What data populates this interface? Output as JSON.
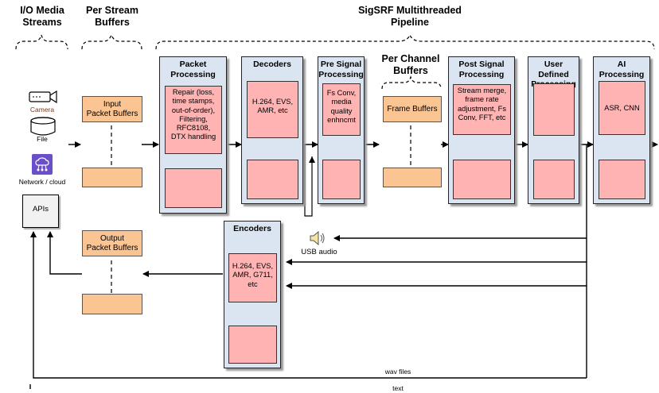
{
  "headers": {
    "io_streams": "I/O Media\nStreams",
    "per_stream": "Per Stream\nBuffers",
    "pipeline": "SigSRF Multithreaded\nPipeline",
    "per_channel": "Per Channel\nBuffers"
  },
  "sources": {
    "camera": "Camera",
    "file": "File",
    "network": "Network / cloud",
    "apis": "APIs"
  },
  "buffers": {
    "input": "Input\nPacket Buffers",
    "output": "Output\nPacket Buffers",
    "frame": "Frame Buffers"
  },
  "stages": {
    "packet": {
      "title": "Packet\nProcessing",
      "text": "Repair (loss,\ntime stamps,\nout-of-order),\nFiltering,\nRFC8108,\nDTX handling"
    },
    "decoders": {
      "title": "Decoders",
      "text": "H.264, EVS,\nAMR, etc"
    },
    "presig": {
      "title": "Pre Signal\nProcessing",
      "text": "Fs Conv,\nmedia\nquality\nenhncmt"
    },
    "postsig": {
      "title": "Post Signal\nProcessing",
      "text": "Stream merge,\nframe rate\nadjustment, Fs\nConv, FFT, etc"
    },
    "userdef": {
      "title": "User Defined\nProcessing",
      "text": ""
    },
    "ai": {
      "title": "AI Processing",
      "text": "ASR, CNN"
    },
    "encoders": {
      "title": "Encoders",
      "text": "H.264, EVS,\nAMR, G711,\netc"
    }
  },
  "labels": {
    "usb_audio": "USB audio",
    "wav_files": "wav files",
    "text": "text"
  },
  "colors": {
    "panel": "#dbe5f1",
    "pink": "#ffb3b3",
    "orange": "#fac593",
    "network_icon": "#6b4fc8"
  }
}
